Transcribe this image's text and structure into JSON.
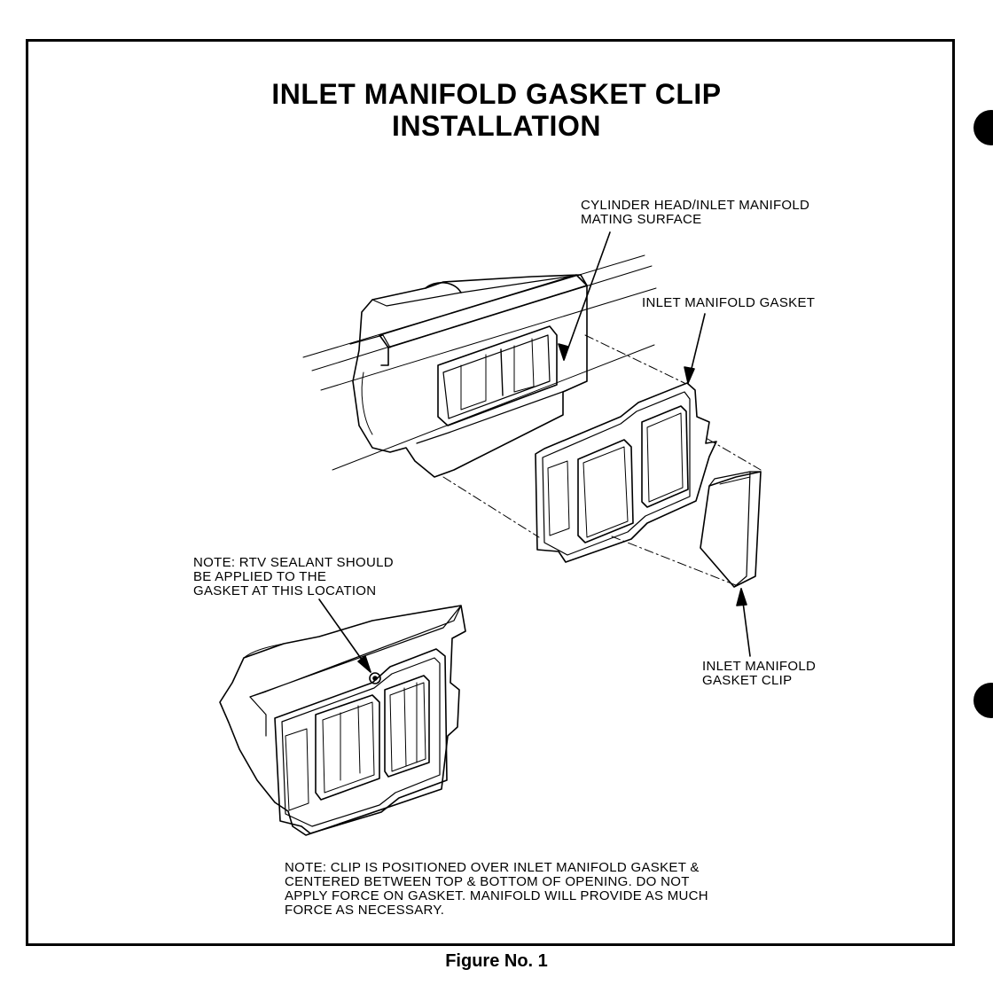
{
  "title": {
    "line1": "INLET MANIFOLD GASKET CLIP",
    "line2": "INSTALLATION"
  },
  "labels": {
    "mating_surface": "CYLINDER HEAD/INLET MANIFOLD\nMATING SURFACE",
    "gasket": "INLET MANIFOLD GASKET",
    "rtv_note": "NOTE: RTV SEALANT SHOULD\nBE APPLIED TO THE\nGASKET AT THIS LOCATION",
    "clip": "INLET MANIFOLD\nGASKET CLIP",
    "bottom_note": "NOTE: CLIP IS POSITIONED OVER INLET MANIFOLD GASKET &\nCENTERED BETWEEN TOP & BOTTOM OF OPENING. DO NOT\nAPPLY FORCE ON GASKET. MANIFOLD WILL PROVIDE AS MUCH\nFORCE AS NECESSARY."
  },
  "caption": "Figure No. 1"
}
